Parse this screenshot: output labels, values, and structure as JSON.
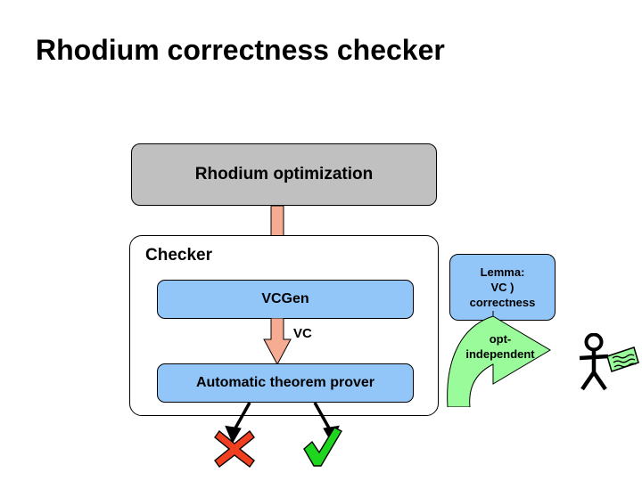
{
  "slide": {
    "title": "Rhodium correctness checker",
    "background_color": "#ffffff"
  },
  "colors": {
    "gray_box": "#c0c0c0",
    "blue_box": "#92c6f9",
    "salmon_arrow": "#f6ab93",
    "green_arrow": "#99fb99",
    "red_x": "#f04020",
    "green_check": "#1fd61f",
    "outline": "#000000"
  },
  "diagram": {
    "rhodium_box": {
      "label": "Rhodium optimization"
    },
    "checker_box": {
      "label": "Checker"
    },
    "vcgen_box": {
      "label": "VCGen"
    },
    "vc_edge_label": "VC",
    "atp_box": {
      "label": "Automatic theorem prover"
    },
    "lemma_box": {
      "line1": "Lemma:",
      "line2": "VC )",
      "line3": "correctness"
    },
    "opt_independent_arrow": {
      "line1": "opt-",
      "line2": "independent"
    },
    "verdicts": {
      "fail": "red-x-mark",
      "pass": "green-check-mark"
    },
    "person": "stick-figure-with-notepad"
  }
}
